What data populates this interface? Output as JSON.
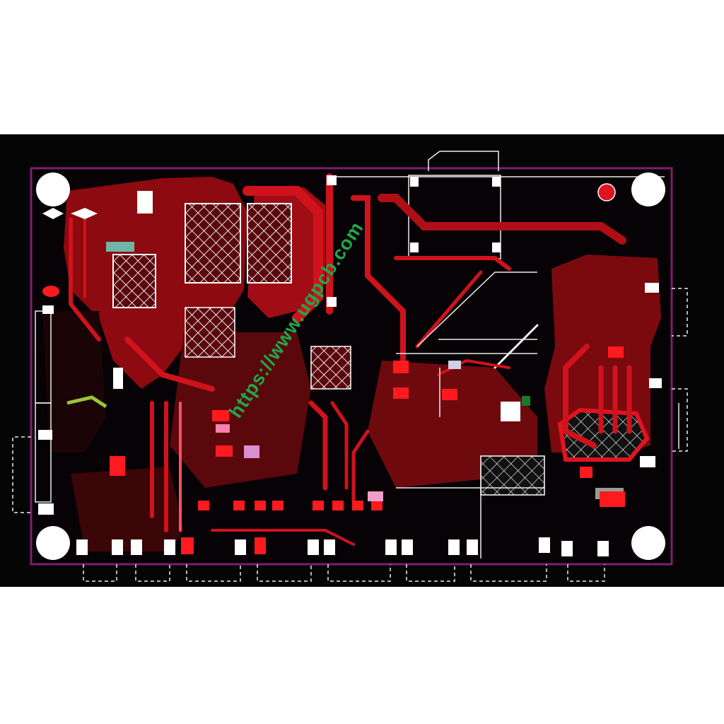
{
  "image": {
    "type": "pcb-layout-render",
    "background_color": "#ffffff",
    "board_background": "#050505",
    "board_outline_color": "#7a1f6e",
    "copper_color": "#c8101a",
    "copper_dark_color": "#7a0a0e",
    "pad_color": "#ffffff",
    "silkscreen_color": "#f2f2f2",
    "watermark_color": "#1fa84a"
  },
  "watermark": {
    "text": "https://www.ugpcb.com"
  },
  "board": {
    "mounting_holes": 4,
    "connectors_bottom_edge": 8,
    "connectors_right_edge": 2,
    "connectors_left_edge": 1
  }
}
